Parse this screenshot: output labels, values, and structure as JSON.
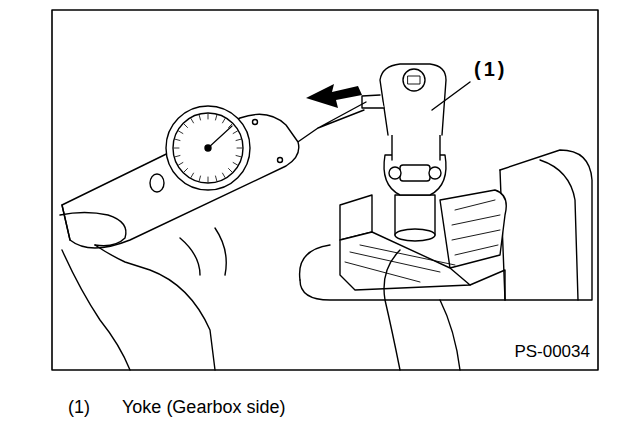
{
  "diagram": {
    "labels": [
      "(1)",
      "PS-00034",
      "(1)",
      "Yoke (Gearbox side)"
    ]
  }
}
